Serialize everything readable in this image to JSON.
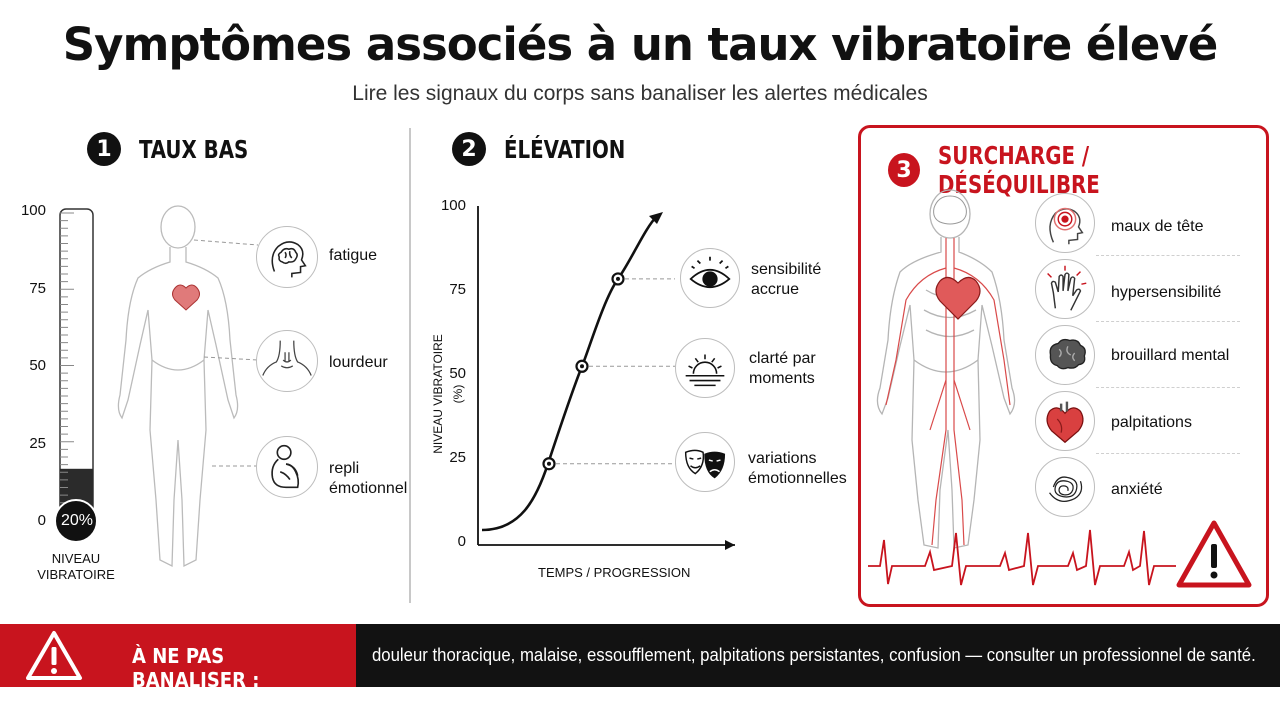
{
  "header": {
    "title": "Symptômes associés à un taux vibratoire élevé",
    "subtitle": "Lire les signaux du corps sans banaliser les alertes médicales"
  },
  "sections": {
    "low": {
      "number": "1",
      "title": "TAUX BAS",
      "gauge": {
        "ticks": [
          "100",
          "75",
          "50",
          "25",
          "0"
        ],
        "value_label": "20%",
        "fill_fraction": 0.17,
        "caption_line1": "NIVEAU",
        "caption_line2": "VIBRATOIRE"
      },
      "symptoms": [
        {
          "icon": "brain-head-icon",
          "line1": "fatigue",
          "line2": ""
        },
        {
          "icon": "neck-shoulders-icon",
          "line1": "lourdeur",
          "line2": ""
        },
        {
          "icon": "curled-person-icon",
          "line1": "repli",
          "line2": "émotionnel"
        }
      ]
    },
    "rise": {
      "number": "2",
      "title": "ÉLÉVATION",
      "chart_data": {
        "type": "line",
        "xlabel": "TEMPS / PROGRESSION",
        "ylabel": "NIVEAU VIBRATOIRE (%)",
        "ylim": [
          0,
          100
        ],
        "yticks": [
          "100",
          "75",
          "50",
          "25",
          "0"
        ],
        "points": [
          23,
          52,
          78
        ]
      },
      "symptoms": [
        {
          "icon": "eye-icon",
          "line1": "sensibilité",
          "line2": "accrue"
        },
        {
          "icon": "sunrise-icon",
          "line1": "clarté par",
          "line2": "moments"
        },
        {
          "icon": "theater-masks-icon",
          "line1": "variations",
          "line2": "émotionnelles"
        }
      ]
    },
    "overload": {
      "number": "3",
      "title": "SURCHARGE / DÉSÉQUILIBRE",
      "symptoms": [
        {
          "icon": "headache-icon",
          "label": "maux de tête"
        },
        {
          "icon": "hand-sensitivity-icon",
          "label": "hypersensibilité"
        },
        {
          "icon": "brain-fog-icon",
          "label": "brouillard mental"
        },
        {
          "icon": "heart-icon",
          "label": "palpitations"
        },
        {
          "icon": "scribble-anxiety-icon",
          "label": "anxiété"
        }
      ]
    }
  },
  "banner": {
    "label": "À NE PAS BANALISER :",
    "text": "douleur thoracique, malaise, essoufflement, palpitations persistantes, confusion — consulter un professionnel de santé."
  },
  "colors": {
    "accent_red": "#c8141e",
    "dark": "#121212",
    "line_grey": "#bdbdbd"
  }
}
